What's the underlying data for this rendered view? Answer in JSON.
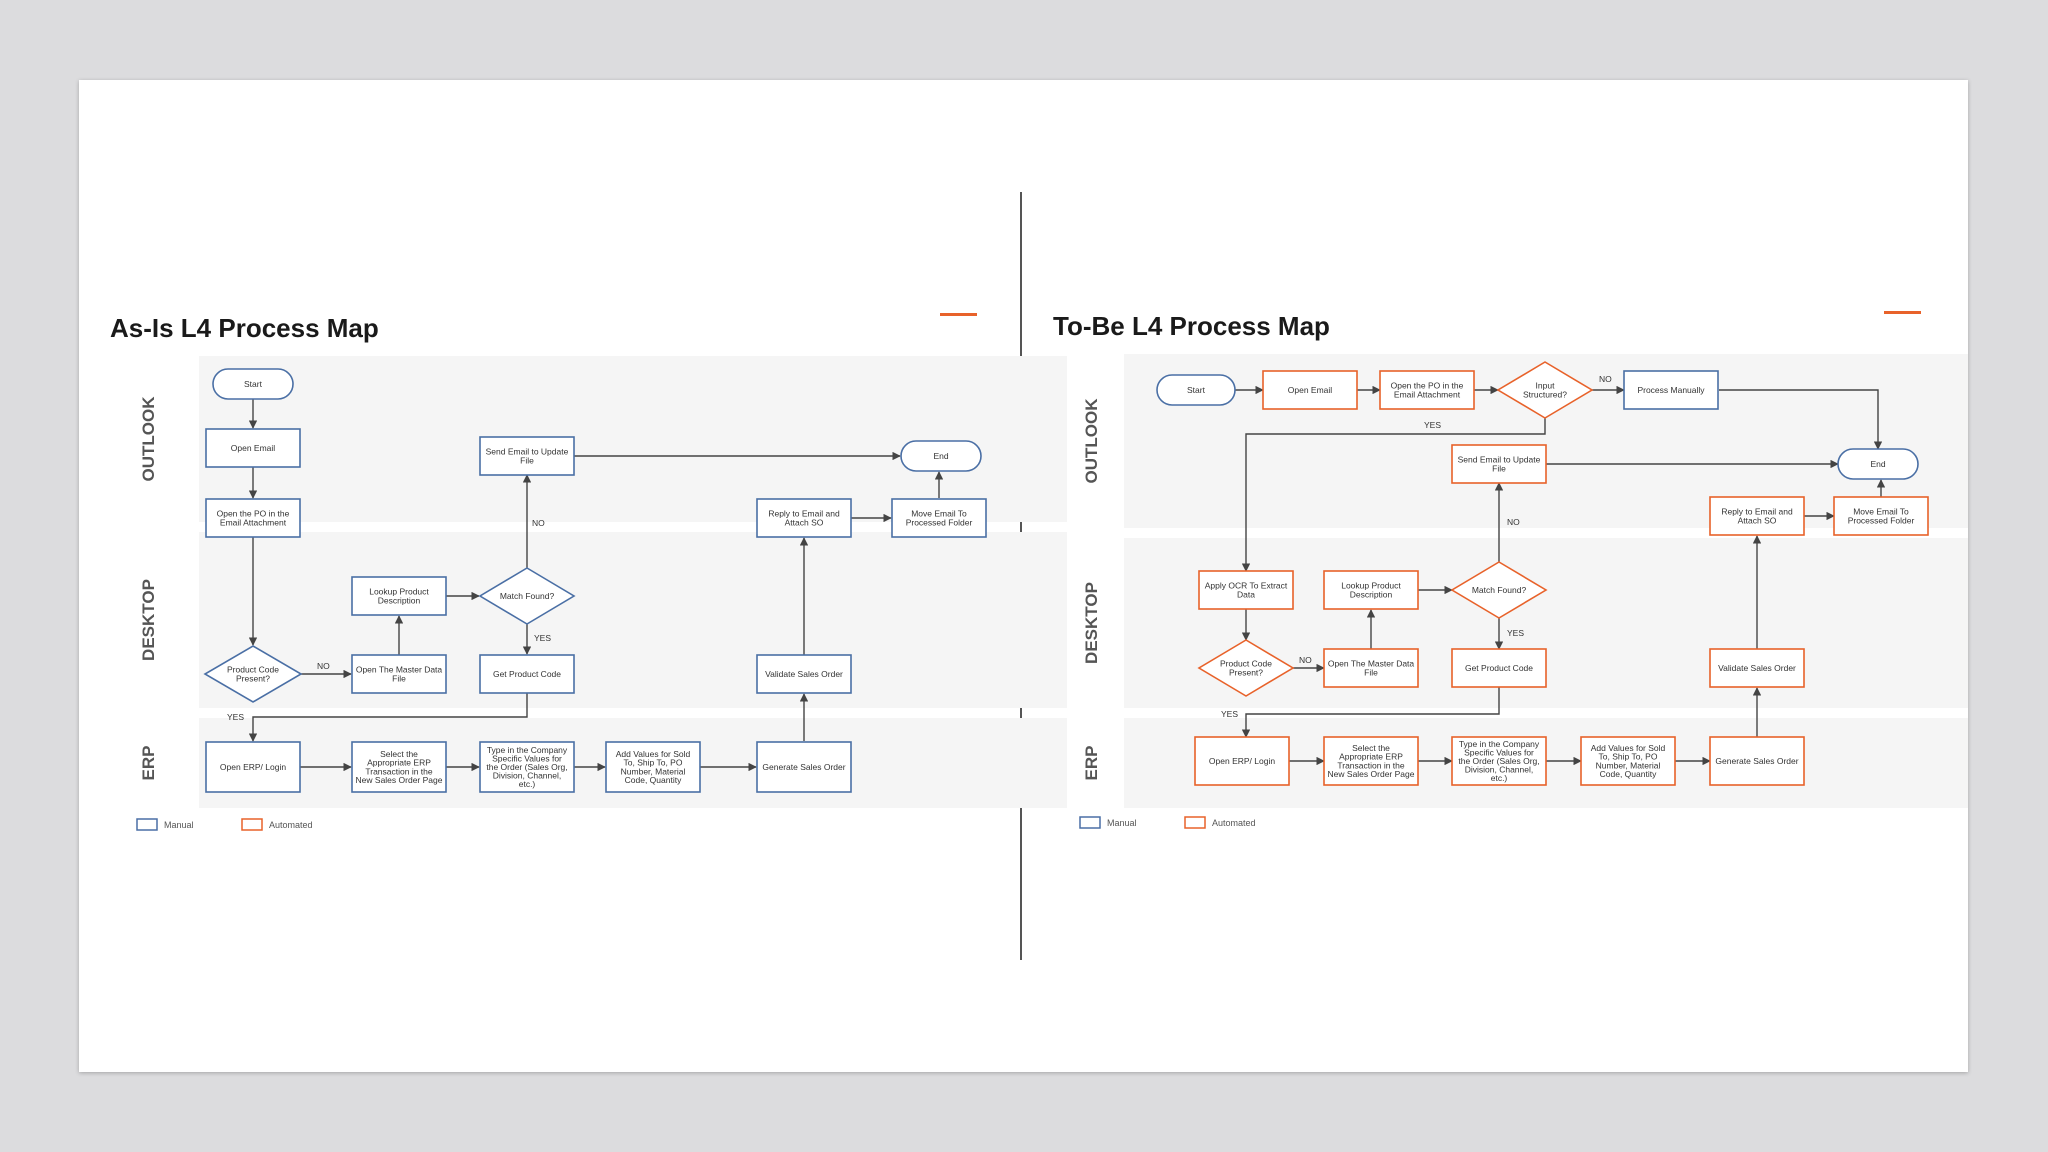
{
  "colors": {
    "manual": "#4a6fa5",
    "automated": "#e8622a",
    "edge": "#444444",
    "lane_bg": "#f5f5f5"
  },
  "left": {
    "title": "As-Is L4 Process Map",
    "lanes": [
      "OUTLOOK",
      "DESKTOP",
      "ERP"
    ],
    "legend": {
      "manual": "Manual",
      "automated": "Automated"
    },
    "nodes": {
      "start": "Start",
      "open_email": "Open Email",
      "open_po": "Open the PO in the Email Attachment",
      "product_code_present": "Product Code Present?",
      "open_master": "Open The Master Data File",
      "lookup_desc": "Lookup Product Description",
      "match_found": "Match Found?",
      "get_code": "Get Product Code",
      "send_email": "Send Email to Update File",
      "open_erp": "Open ERP/ Login",
      "select_erp": "Select the Appropriate ERP Transaction in the New Sales Order Page",
      "type_company": "Type in the Company Specific Values for the Order (Sales Org, Division, Channel, etc.)",
      "add_values": "Add Values for Sold To, Ship To, PO Number, Material Code, Quantity",
      "generate_so": "Generate Sales Order",
      "validate_so": "Validate Sales Order",
      "reply_email": "Reply to Email and Attach SO",
      "move_email": "Move Email To Processed Folder",
      "end": "End"
    },
    "edge_labels": {
      "no_1": "NO",
      "no_2": "NO",
      "yes_1": "YES",
      "yes_2": "YES"
    }
  },
  "right": {
    "title": "To-Be L4 Process Map",
    "lanes": [
      "OUTLOOK",
      "DESKTOP",
      "ERP"
    ],
    "legend": {
      "manual": "Manual",
      "automated": "Automated"
    },
    "nodes": {
      "start": "Start",
      "open_email": "Open Email",
      "open_po": "Open the PO in the Email Attachment",
      "input_structured": "Input Structured?",
      "process_manually": "Process Manually",
      "send_email": "Send Email to Update File",
      "end": "End",
      "apply_ocr": "Apply OCR To Extract Data",
      "product_code_present": "Product Code Present?",
      "open_master": "Open The Master Data File",
      "lookup_desc": "Lookup Product Description",
      "match_found": "Match Found?",
      "get_code": "Get Product Code",
      "open_erp": "Open ERP/ Login",
      "select_erp": "Select the Appropriate ERP Transaction in the New Sales Order Page",
      "type_company": "Type in the Company Specific Values for the Order (Sales Org, Division, Channel, etc.)",
      "add_values": "Add Values for Sold To, Ship To, PO Number, Material Code, Quantity",
      "generate_so": "Generate Sales Order",
      "validate_so": "Validate Sales Order",
      "reply_email": "Reply to Email and Attach SO",
      "move_email": "Move Email To Processed Folder"
    },
    "edge_labels": {
      "no_1": "NO",
      "yes_1": "YES",
      "no_2": "NO",
      "no_3": "NO",
      "yes_2": "YES",
      "yes_3": "YES"
    }
  }
}
